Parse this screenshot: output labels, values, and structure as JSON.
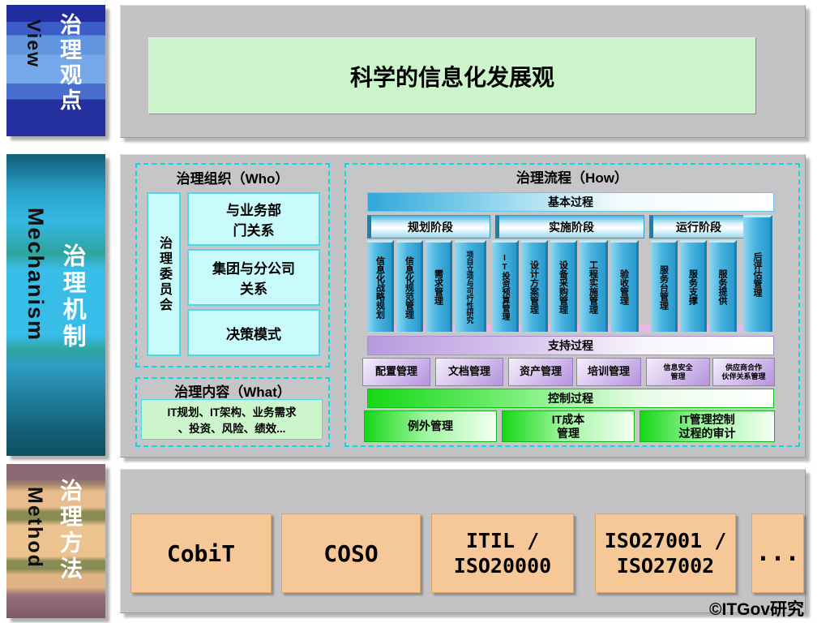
{
  "left_labels": {
    "view": {
      "en": "View",
      "zh": "治理观点"
    },
    "mechanism": {
      "en": "Mechanism",
      "zh": "治理机制"
    },
    "method": {
      "en": "Method",
      "zh": "治理方法"
    }
  },
  "top_panel": {
    "title": "科学的信息化发展观"
  },
  "who": {
    "title": "治理组织（Who）",
    "committee": "治理委员会",
    "items": [
      "与业务部\n门关系",
      "集团与分公司\n关系",
      "决策模式"
    ]
  },
  "what": {
    "title": "治理内容（What）",
    "content": "IT规划、IT架构、业务需求\n、投资、风险、绩效..."
  },
  "how": {
    "title": "治理流程（How）",
    "basic_bar": "基本过程",
    "phases": [
      "规划阶段",
      "实施阶段",
      "运行阶段"
    ],
    "columns": [
      "信息化战略规划",
      "信息化规范管理",
      "需求管理",
      "项目立项与可行性研究",
      "IT投资预算管理",
      "设计方案管理",
      "设备采购管理",
      "工程实施管理",
      "验收管理",
      "服务台管理",
      "服务支撑",
      "服务提供",
      "后评估管理"
    ],
    "support_bar": "支持过程",
    "support_items": [
      "配置管理",
      "文档管理",
      "资产管理",
      "培训管理",
      "信息安全\n管理",
      "供应商合作\n伙伴关系管理"
    ],
    "control_bar": "控制过程",
    "control_items": [
      "例外管理",
      "IT成本\n管理",
      "IT管理控制\n过程的审计"
    ]
  },
  "methods": [
    "CobiT",
    "COSO",
    "ITIL /\nISO20000",
    "ISO27001 /\nISO27002",
    "..."
  ],
  "copyright": "©ITGov研究",
  "colors": {
    "panel_gray": "#c3c3c6",
    "dashed_accent": "#00dde0",
    "vision_green": "#ccf5cc",
    "cyan_box": "#c9fbfd",
    "process_blue": "#49b4e0",
    "support_purple": "#b493dd",
    "control_green": "#16d816",
    "method_tan": "#f6c897",
    "view_blue": "#3c5cc8",
    "mechanism_teal": "#2ba4cc",
    "method_brown": "#a08468"
  }
}
